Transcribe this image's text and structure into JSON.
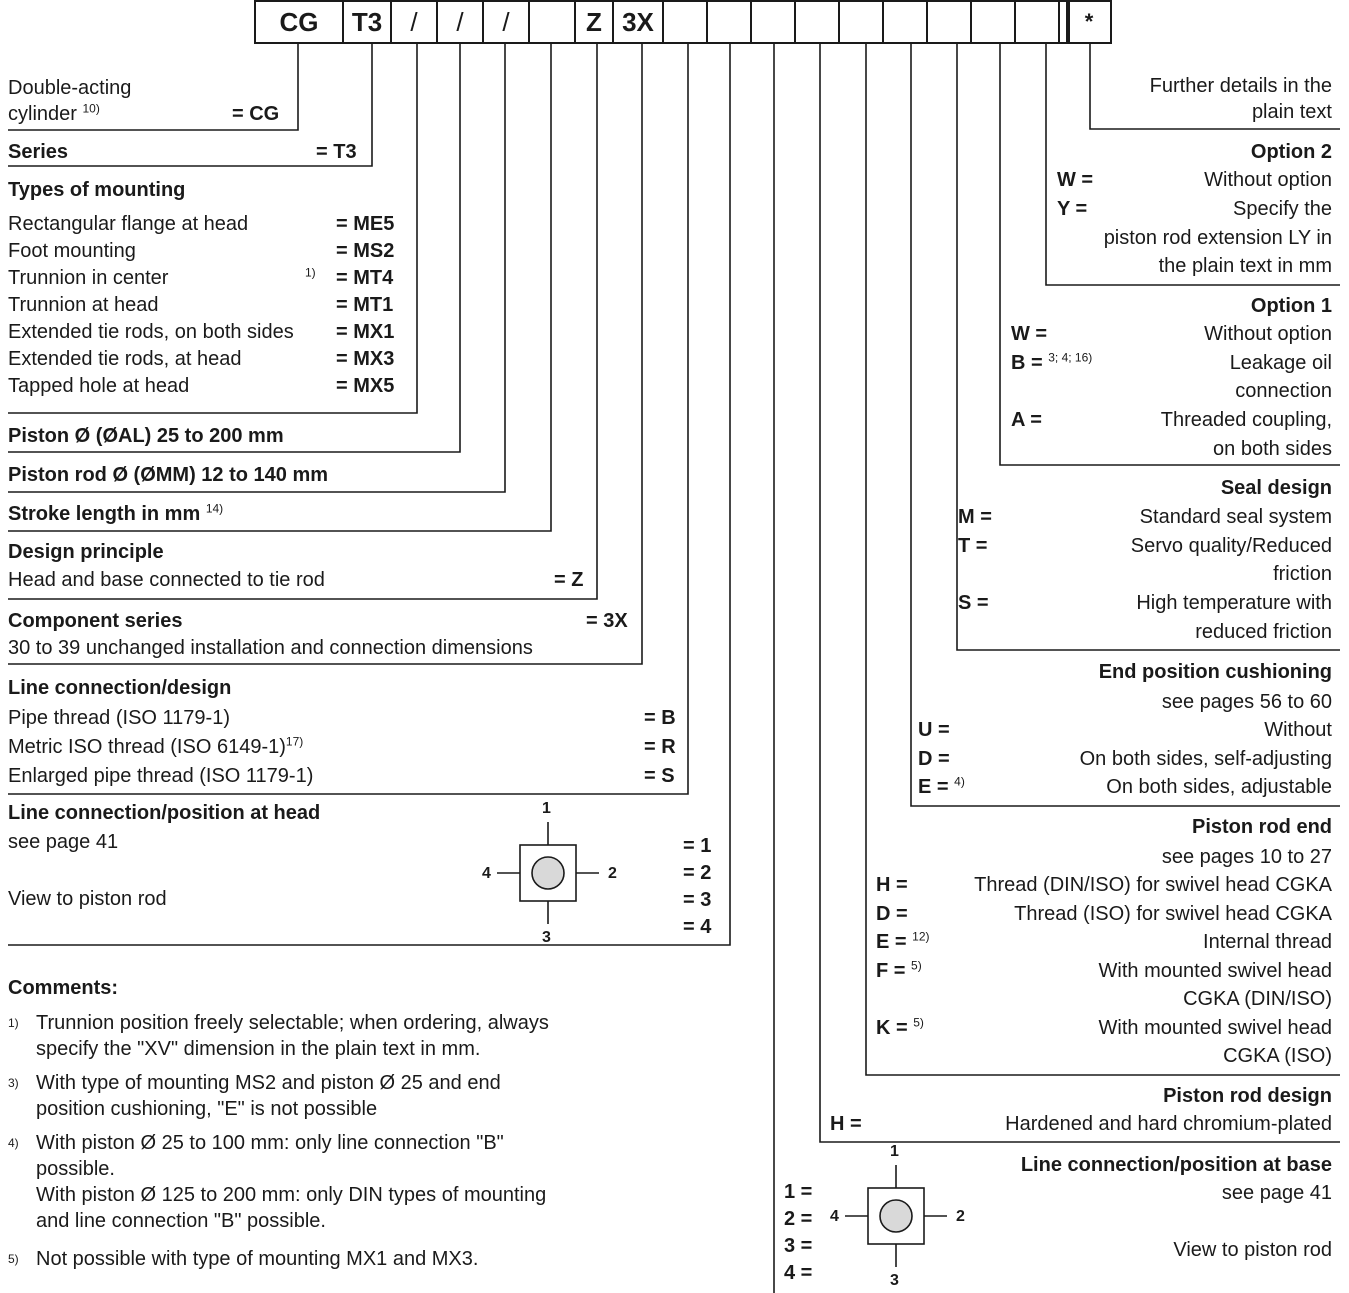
{
  "code": {
    "boxes": [
      "CG",
      "T3",
      "/",
      "/",
      "/",
      "Z",
      "3X",
      "",
      "",
      "",
      "",
      "",
      "",
      "",
      "",
      "",
      "",
      "",
      "*"
    ]
  },
  "left": {
    "cylinder": {
      "line1": "Double-acting",
      "line2": "cylinder",
      "sup": "10)",
      "code": "= CG"
    },
    "series": {
      "label": "Series",
      "code": "= T3"
    },
    "mounting": {
      "title": "Types of mounting",
      "items": [
        {
          "label": "Rectangular flange at head",
          "sup": "",
          "code": "= ME5"
        },
        {
          "label": "Foot mounting",
          "sup": "",
          "code": "= MS2"
        },
        {
          "label": "Trunnion in center",
          "sup": "1)",
          "code": "= MT4"
        },
        {
          "label": "Trunnion at head",
          "sup": "",
          "code": "= MT1"
        },
        {
          "label": "Extended tie rods, on both sides",
          "sup": "",
          "code": "= MX1"
        },
        {
          "label": "Extended tie rods, at head",
          "sup": "",
          "code": "= MX3"
        },
        {
          "label": "Tapped hole at head",
          "sup": "",
          "code": "= MX5"
        }
      ]
    },
    "piston": "Piston Ø (ØAL) 25 to 200 mm",
    "rod": "Piston rod Ø (ØMM) 12 to 140 mm",
    "stroke": {
      "label": "Stroke length in mm",
      "sup": "14)"
    },
    "design": {
      "title": "Design principle",
      "label": "Head and base connected to tie rod",
      "code": "= Z"
    },
    "component": {
      "title": "Component series",
      "code": "= 3X",
      "label": "30 to 39 unchanged installation and connection dimensions"
    },
    "line_design": {
      "title": "Line connection/design",
      "items": [
        {
          "label": "Pipe thread (ISO 1179-1)",
          "sup": "",
          "code": "= B"
        },
        {
          "label": "Metric ISO thread (ISO 6149-1)",
          "sup": "17)",
          "code": "= R"
        },
        {
          "label": "Enlarged pipe thread (ISO 1179-1)",
          "sup": "",
          "code": "= S"
        }
      ]
    },
    "line_head": {
      "title": "Line connection/position at head",
      "see": "see page 41",
      "view": "View to piston rod",
      "codes": [
        "= 1",
        "= 2",
        "= 3",
        "= 4"
      ],
      "positions": [
        "1",
        "2",
        "3",
        "4"
      ]
    },
    "comments": {
      "title": "Comments:",
      "items": [
        {
          "num": "1)",
          "lines": [
            "Trunnion position freely selectable; when ordering, always",
            "specify the \"XV\" dimension in the plain text in mm."
          ]
        },
        {
          "num": "3)",
          "lines": [
            "With type of mounting MS2 and piston Ø 25 and end",
            "position cushioning, \"E\" is not possible"
          ]
        },
        {
          "num": "4)",
          "lines": [
            "With piston Ø 25 to 100 mm: only line connection \"B\"",
            "possible.",
            "With piston Ø 125 to 200 mm: only DIN types of mounting",
            "and line connection \"B\" possible."
          ]
        },
        {
          "num": "5)",
          "lines": [
            "Not possible with type of mounting MX1 and MX3."
          ]
        }
      ]
    }
  },
  "right": {
    "further": {
      "line1": "Further details in the",
      "line2": "plain text"
    },
    "option2": {
      "title": "Option 2",
      "w_key": "W =",
      "w_val": "Without option",
      "y_key": "Y =",
      "y_val": "Specify the",
      "y_l2": "piston rod extension LY in",
      "y_l3": "the plain text in mm"
    },
    "option1": {
      "title": "Option 1",
      "w_key": "W =",
      "w_val": "Without option",
      "b_key": "B =",
      "b_sup": "3; 4; 16)",
      "b_val": "Leakage oil",
      "b_l2": "connection",
      "a_key": "A =",
      "a_val": "Threaded coupling,",
      "a_l2": "on both sides"
    },
    "seal": {
      "title": "Seal design",
      "m_key": "M =",
      "m_val": "Standard seal system",
      "t_key": "T =",
      "t_val": "Servo quality/Reduced",
      "t_l2": "friction",
      "s_key": "S =",
      "s_val": "High temperature with",
      "s_l2": "reduced friction"
    },
    "cushion": {
      "title": "End position cushioning",
      "see": "see pages 56 to 60",
      "u_key": "U =",
      "u_val": "Without",
      "d_key": "D =",
      "d_val": "On both sides, self-adjusting",
      "e_key": "E =",
      "e_sup": "4)",
      "e_val": "On both sides, adjustable"
    },
    "rodend": {
      "title": "Piston rod end",
      "see": "see pages 10 to 27",
      "h_key": "H =",
      "h_val": "Thread (DIN/ISO) for swivel head CGKA",
      "d_key": "D =",
      "d_val": "Thread (ISO) for swivel head CGKA",
      "e_key": "E =",
      "e_sup": "12)",
      "e_val": "Internal thread",
      "f_key": "F =",
      "f_sup": "5)",
      "f_val": "With mounted swivel head",
      "f_l2": "CGKA (DIN/ISO)",
      "k_key": "K =",
      "k_sup": "5)",
      "k_val": "With mounted swivel head",
      "k_l2": "CGKA (ISO)"
    },
    "roddesign": {
      "title": "Piston rod design",
      "h_key": "H =",
      "h_val": "Hardened and hard chromium-plated"
    },
    "line_base": {
      "title": "Line connection/position at base",
      "see": "see page 41",
      "view": "View to piston rod",
      "codes": [
        "1 =",
        "2 =",
        "3 =",
        "4 ="
      ],
      "positions": [
        "1",
        "2",
        "3",
        "4"
      ]
    }
  }
}
